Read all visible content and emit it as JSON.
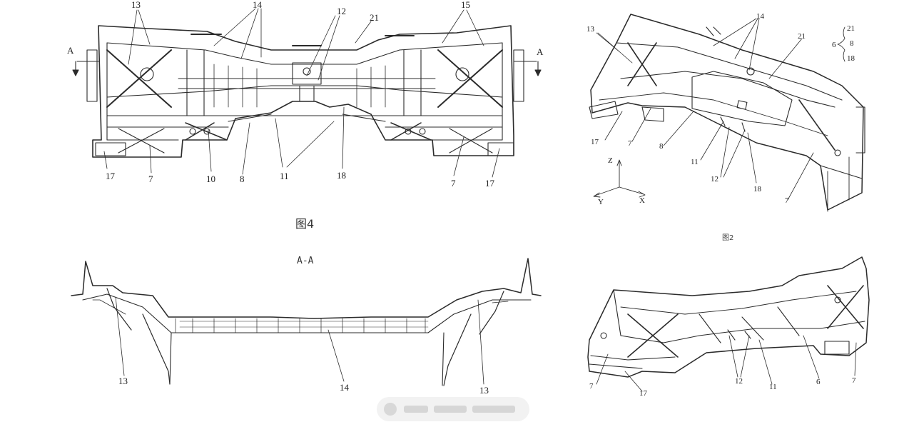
{
  "fig4": {
    "caption": "图4",
    "section_marks": {
      "left": "A",
      "right": "A"
    },
    "callouts": {
      "c13": "13",
      "c14": "14",
      "c12": "12",
      "c21": "21",
      "c15": "15",
      "c17a": "17",
      "c7a": "7",
      "c10": "10",
      "c8": "8",
      "c11": "11",
      "c18": "18",
      "c7b": "7",
      "c17b": "17"
    }
  },
  "fig2": {
    "caption": "图2",
    "callouts": {
      "c13": "13",
      "c14": "14",
      "c21": "21",
      "c17": "17",
      "c7a": "7",
      "c8": "8",
      "c11": "11",
      "c12": "12",
      "c18": "18",
      "c7b": "7"
    },
    "legend": {
      "parent": "6",
      "items": [
        "21",
        "8",
        "18"
      ]
    },
    "axes": {
      "z": "Z",
      "y": "Y",
      "x": "X"
    }
  },
  "section_aa": {
    "title": "A-A",
    "callouts": {
      "c13a": "13",
      "c14": "14",
      "c13b": "13"
    }
  },
  "fig3": {
    "callouts": {
      "c7a": "7",
      "c17": "17",
      "c12": "12",
      "c11": "11",
      "c6": "6",
      "c7b": "7"
    }
  },
  "colors": {
    "line": "#2b2b2b",
    "light": "#6a6a6a",
    "background": "#ffffff"
  }
}
